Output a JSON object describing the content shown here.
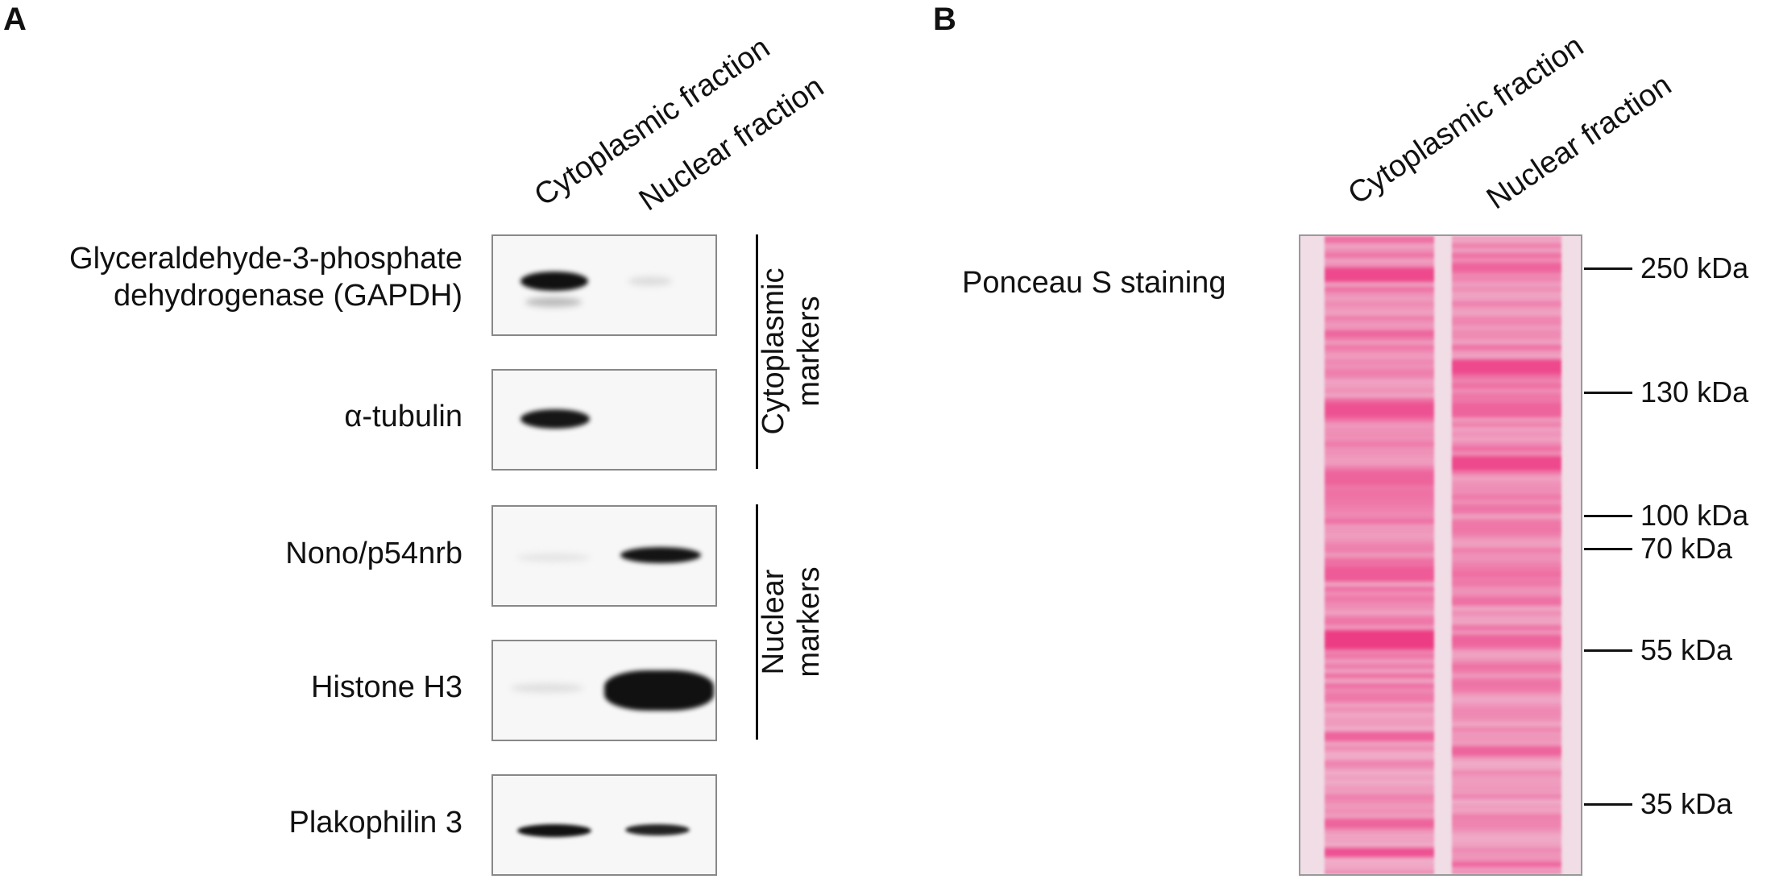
{
  "panel_a": {
    "letter": "A",
    "lanes": [
      "Cytoplasmic fraction",
      "Nuclear fraction"
    ],
    "rows": [
      {
        "line1": "Glyceraldehyde-3-phosphate",
        "line2": "dehydrogenase (GAPDH)"
      },
      {
        "line1": "α-tubulin"
      },
      {
        "line1": "Nono/p54nrb"
      },
      {
        "line1": "Histone H3"
      },
      {
        "line1": "Plakophilin 3"
      }
    ],
    "brackets": [
      {
        "line1": "Cytoplasmic",
        "line2": "markers"
      },
      {
        "line1": "Nuclear",
        "line2": "markers"
      }
    ]
  },
  "panel_b": {
    "letter": "B",
    "lanes": [
      "Cytoplasmic fraction",
      "Nuclear fraction"
    ],
    "stain_label": "Ponceau S staining",
    "markers": [
      "250 kDa",
      "130 kDa",
      "100 kDa",
      "70 kDa",
      "55 kDa",
      "35 kDa"
    ]
  },
  "colors": {
    "ponceau": "#ec2f7c",
    "blot_band": "#111111"
  }
}
